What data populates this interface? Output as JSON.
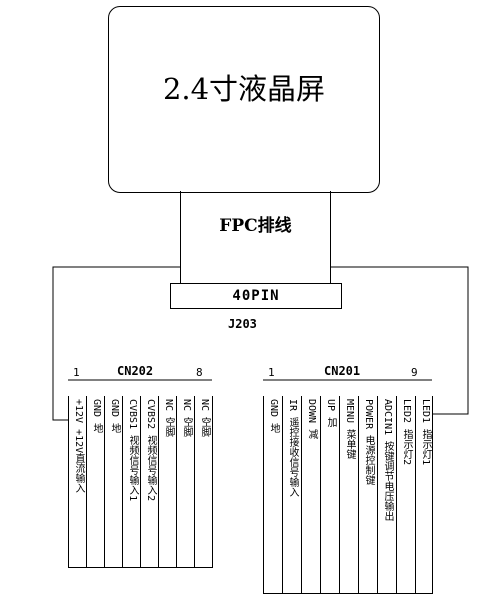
{
  "lcd": {
    "label": "2.4寸液晶屏"
  },
  "fpc": {
    "label": "FPC排线"
  },
  "main_connector": {
    "label": "40PIN",
    "ref": "J203"
  },
  "cn202": {
    "name": "CN202",
    "first_pin": "1",
    "last_pin": "8",
    "pins": [
      "+12V +12V直流输入",
      "GND 地",
      "GND 地",
      "CVBS1 视频信号输入1",
      "CVBS2 视频信号输入2",
      "NC 空脚",
      "NC 空脚",
      "NC 空脚"
    ]
  },
  "cn201": {
    "name": "CN201",
    "first_pin": "1",
    "last_pin": "9",
    "pins": [
      "GND 地",
      "IR 遥控接收信号输入",
      "DOWN 减",
      "UP 加",
      "MENU 菜单键",
      "POWER 电源控制键",
      "ADCIN1 按键调节电压输出",
      "LED2 指示灯2",
      "LED1 指示灯1"
    ]
  }
}
